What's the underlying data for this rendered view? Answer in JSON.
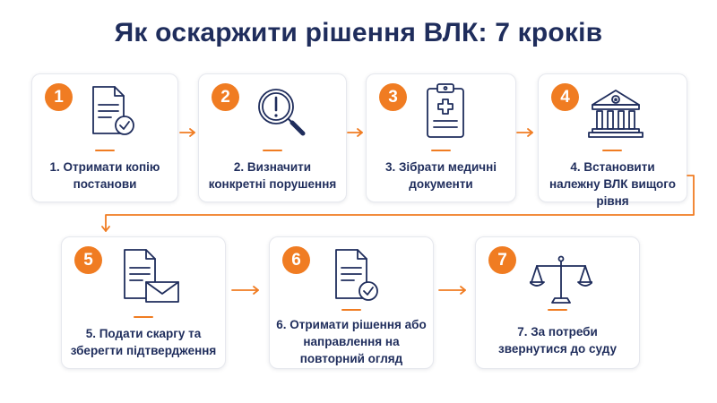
{
  "title": "Як оскаржити рішення ВЛК: 7 кроків",
  "steps": [
    {
      "number": "1",
      "label": "1. Отримати копію постанови",
      "icon": "document-check-icon"
    },
    {
      "number": "2",
      "label": "2. Визначити конкретні порушення",
      "icon": "magnifier-exclamation-icon"
    },
    {
      "number": "3",
      "label": "3. Зібрати медичні документи",
      "icon": "clipboard-medical-icon"
    },
    {
      "number": "4",
      "label": "4. Встановити належну ВЛК вищого рівня",
      "icon": "government-building-icon"
    },
    {
      "number": "5",
      "label": "5. Подати скаргу та зберегти підтвердження",
      "icon": "document-envelope-icon"
    },
    {
      "number": "6",
      "label": "6. Отримати рішення або направлення на повторний огляд",
      "icon": "document-check-icon"
    },
    {
      "number": "7",
      "label": "7. За потреби звернутися до суду",
      "icon": "scales-icon"
    }
  ],
  "colors": {
    "accent": "#f07c22",
    "navy": "#1f2d5c",
    "card_border": "#e6e8ee"
  }
}
